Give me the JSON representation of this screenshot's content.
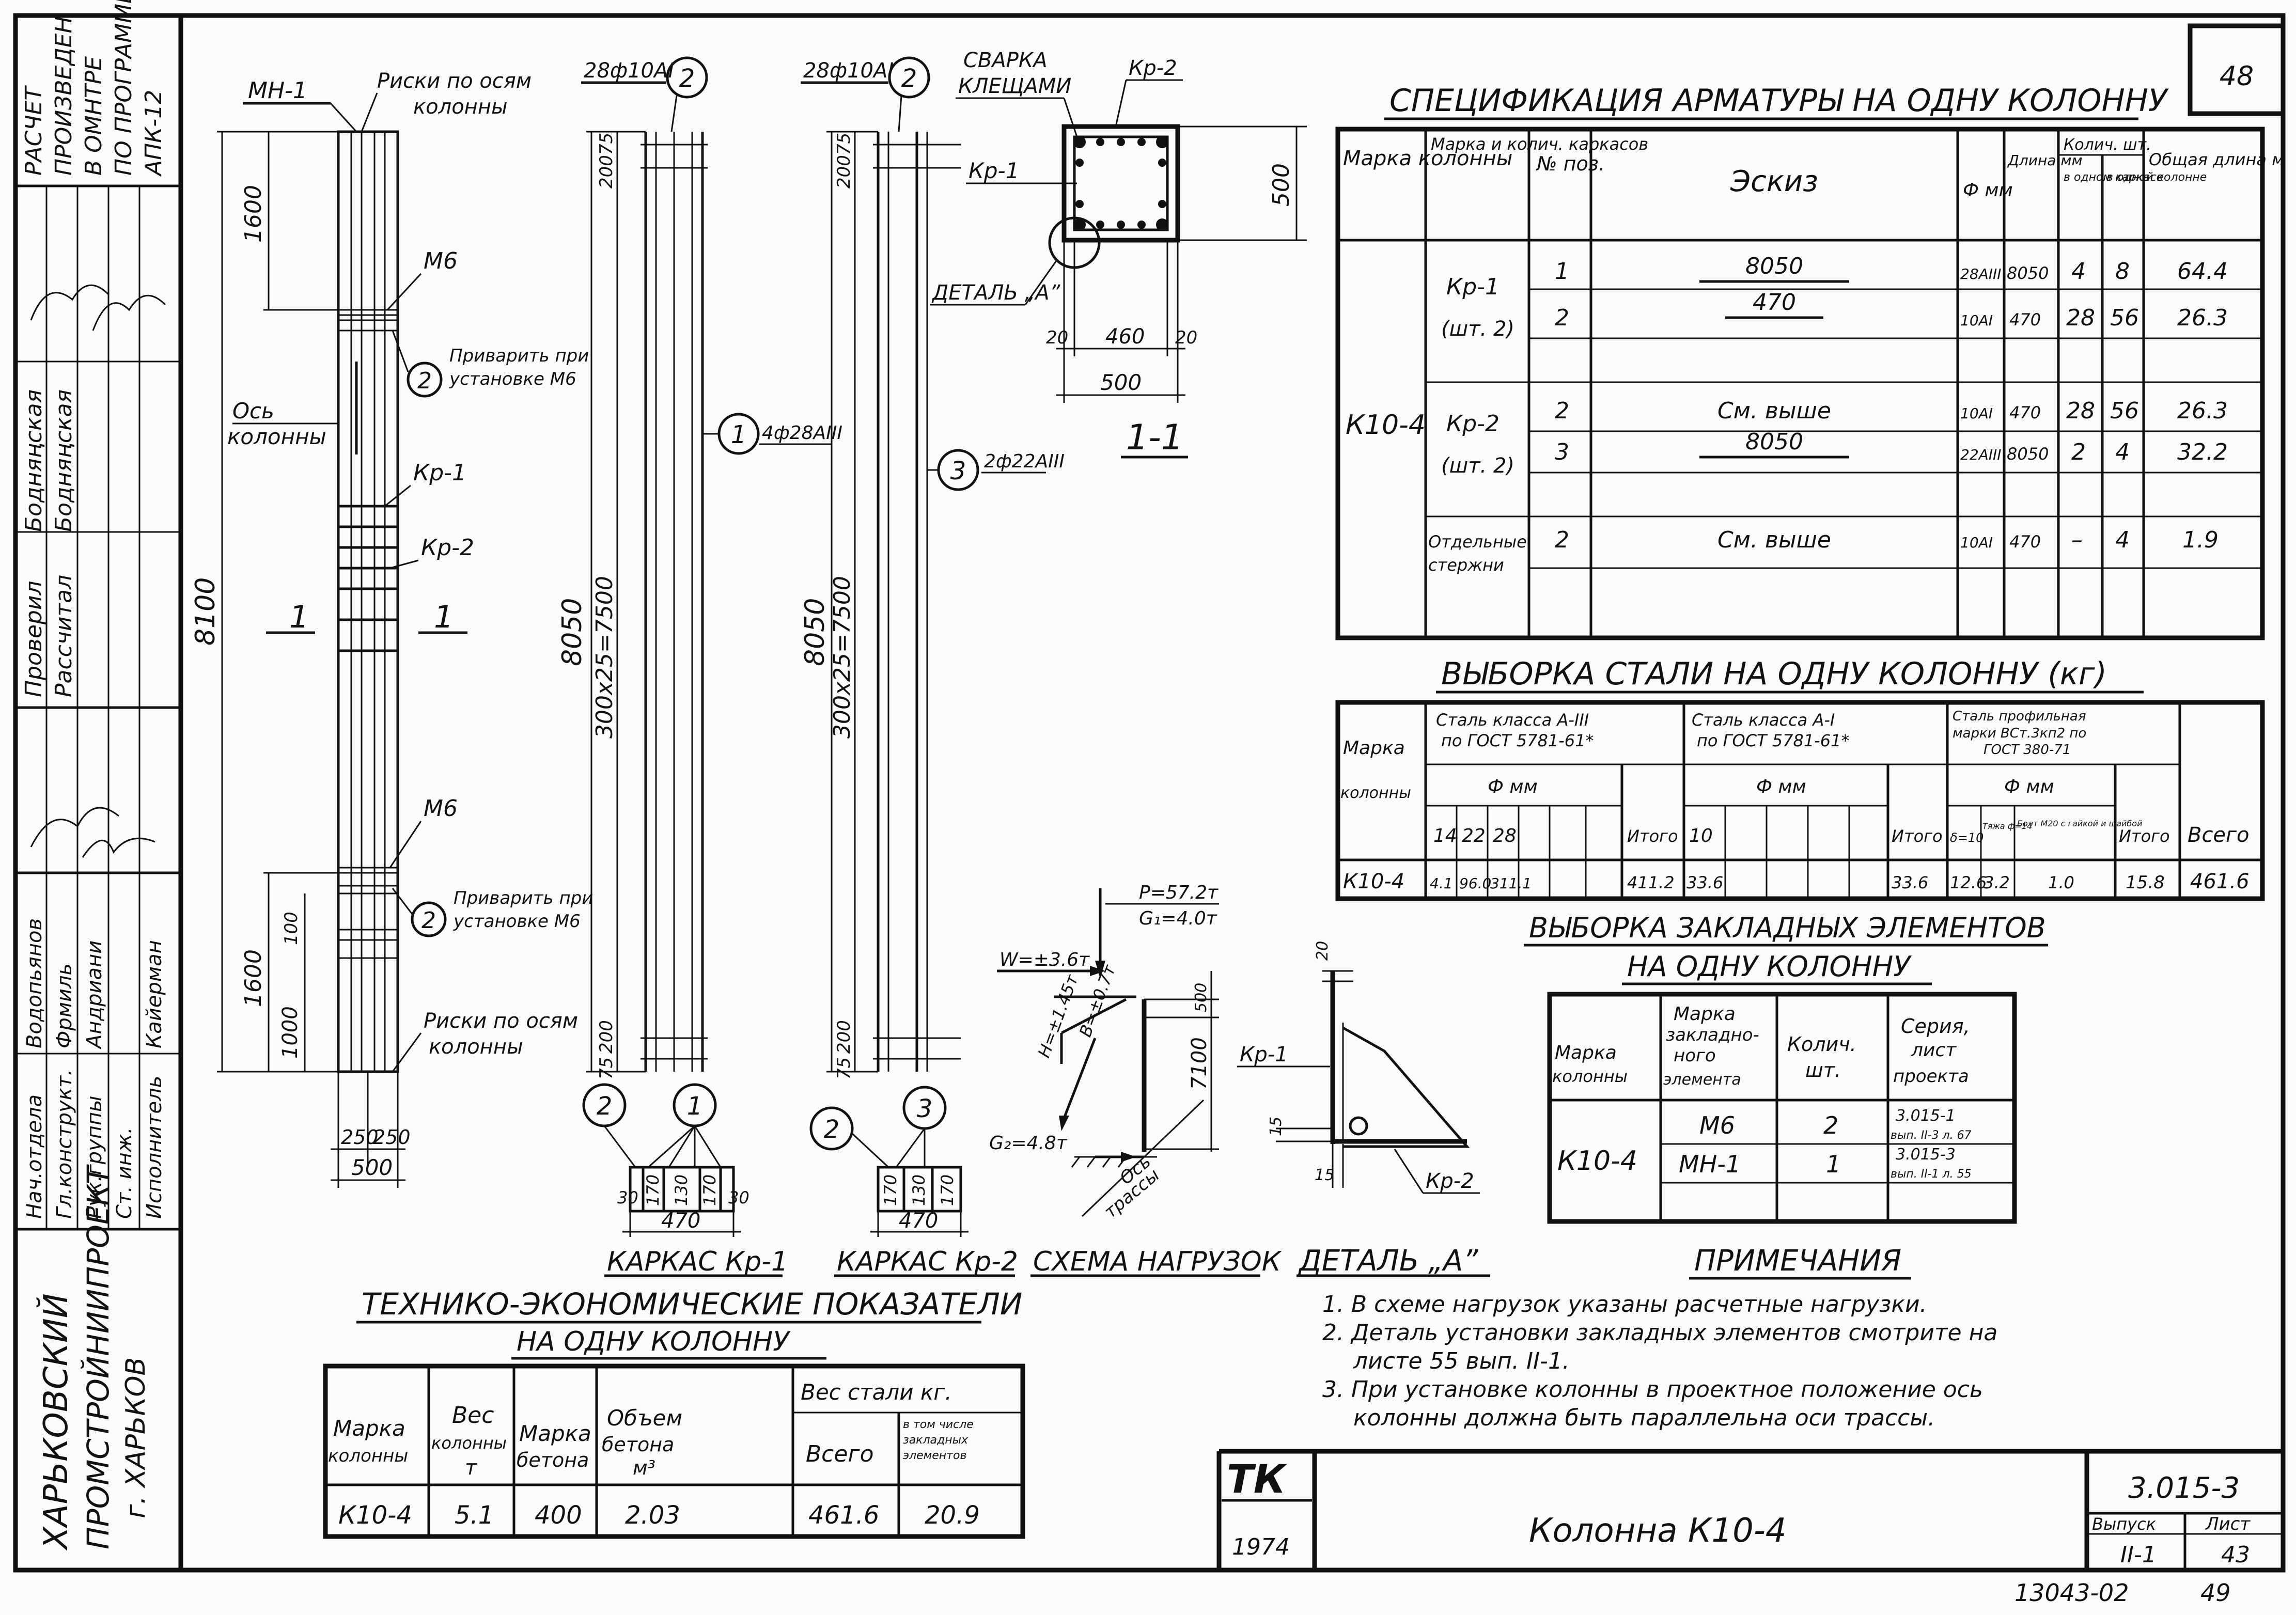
{
  "sheet": {
    "number_corner": "48",
    "bottom_code": "13043-02",
    "bottom_page": "49"
  },
  "left_strip": {
    "calc_note": [
      "РАСЧЕТ",
      "ПРОИЗВЕДЕН",
      "В ОМНТРЕ",
      "ПО ПРОГРАММЕ",
      "АПК-12"
    ],
    "roles_a": [
      "Проверил",
      "Рассчитал"
    ],
    "names_a": [
      "Бодняңская",
      "Бодняңская"
    ],
    "roles_b": [
      "Нач.отдела",
      "Гл.конструкт.",
      "Рук.группы",
      "Ст. инж.",
      "Исполнитель"
    ],
    "names_b": [
      "Водопьянов",
      "Фрмиль",
      "Андриани",
      "Кайерман"
    ],
    "org": [
      "ХАРЬКОВСКИЙ",
      "ПРОМСТРОЙНИИПРОЕКТ",
      "г. ХАРЬКОВ"
    ]
  },
  "elevation": {
    "mh1": "МН-1",
    "risks_top": "Риски по осям колонны",
    "m6_top": "М6",
    "weld_top": "Приварить при установке М6",
    "axis": "Ось колонны",
    "kp1": "Кр-1",
    "kp2": "Кр-2",
    "section": "1",
    "m6_bot": "М6",
    "weld_bot": "Приварить при установке М6",
    "risks_bot": "Риски по осям колонны",
    "dim_total": "8100",
    "dim_1600_top": "1600",
    "dim_1600_bot": "1600",
    "dim_1000": "1000",
    "dim_100": "100",
    "dim_250a": "250",
    "dim_250b": "250",
    "dim_500": "500",
    "bubble": "2"
  },
  "cage1": {
    "bar_label": "28ф10АI",
    "bubble_top": "2",
    "bubble_mid": "1",
    "mid_label": "4ф28АIII",
    "dim_75t": "75",
    "dim_200t": "200",
    "dim_8050": "8050",
    "dim_pitch": "300x25=7500",
    "dim_200b": "200",
    "dim_75b": "75",
    "b1": "2",
    "b2": "1",
    "dims": [
      "30",
      "170",
      "130",
      "170",
      "30"
    ],
    "dim_470": "470",
    "caption": "КАРКАС Кр-1"
  },
  "cage2": {
    "bar_label": "28ф10АI",
    "bubble_top": "2",
    "bubble_mid": "3",
    "mid_label": "2ф22АIII",
    "dim_75t": "75",
    "dim_200t": "200",
    "dim_8050": "8050",
    "dim_pitch": "300x25=7500",
    "dim_200b": "200",
    "dim_75b": "75",
    "b1": "2",
    "b2": "3",
    "dims": [
      "170",
      "130",
      "170"
    ],
    "dim_470": "470",
    "caption": "КАРКАС Кр-2"
  },
  "section11": {
    "weld": "СВАРКА КЛЕЩАМИ",
    "kp2": "Кр-2",
    "kp1": "Кр-1",
    "detail": "ДЕТАЛЬ „А”",
    "dim_500v": "500",
    "dim_20a": "20",
    "dim_460": "460",
    "dim_20b": "20",
    "dim_500h": "500",
    "caption": "1-1"
  },
  "loads": {
    "p": "P=57.2т",
    "g1": "G₁=4.0т",
    "w": "W=±3.6т",
    "h": "H=±1.45т",
    "b": "B=±0.7т",
    "g2": "G₂=4.8т",
    "axis": "Ось трассы",
    "dim_500": "500",
    "dim_7100": "7100",
    "caption": "СХЕМА НАГРУЗОК"
  },
  "detailA": {
    "kp1": "Кр-1",
    "kp2": "Кр-2",
    "d20": "20",
    "d15a": "15",
    "d15b": "15",
    "caption": "ДЕТАЛЬ „А”"
  },
  "spec": {
    "title": "СПЕЦИФИКАЦИЯ АРМАТУРЫ НА ОДНУ КОЛОННУ",
    "headers": {
      "col_mark": "Марка колонны",
      "cage_mark": "Марка и колич. каркасов",
      "pos": "№ поз.",
      "sketch": "Эскиз",
      "dia": "Ф мм",
      "length": "Длина мм",
      "qty": "Колич. шт.",
      "qty_cage": "в одном каркасе",
      "qty_col": "в одной колонне",
      "total": "Общая длина м"
    },
    "column": "К10-4",
    "groups": [
      {
        "cage": [
          "Кр-1",
          "(шт. 2)"
        ],
        "rows": [
          {
            "pos": "1",
            "sketch": "8050",
            "dia": "28АIII",
            "len": "8050",
            "qc": "4",
            "qk": "8",
            "tot": "64.4"
          },
          {
            "pos": "2",
            "sketch": "470",
            "dia": "10АI",
            "len": "470",
            "qc": "28",
            "qk": "56",
            "tot": "26.3"
          }
        ]
      },
      {
        "cage": [
          "Кр-2",
          "(шт. 2)"
        ],
        "rows": [
          {
            "pos": "2",
            "sketch": "См. выше",
            "dia": "10АI",
            "len": "470",
            "qc": "28",
            "qk": "56",
            "tot": "26.3"
          },
          {
            "pos": "3",
            "sketch": "8050",
            "dia": "22АIII",
            "len": "8050",
            "qc": "2",
            "qk": "4",
            "tot": "32.2"
          }
        ]
      },
      {
        "cage": [
          "Отдельные",
          "стержни"
        ],
        "rows": [
          {
            "pos": "2",
            "sketch": "См. выше",
            "dia": "10АI",
            "len": "470",
            "qc": "–",
            "qk": "4",
            "tot": "1.9"
          }
        ]
      }
    ]
  },
  "steel": {
    "title": "ВЫБОРКА СТАЛИ НА ОДНУ КОЛОННУ (кг)",
    "col_mark": "Марка колонны",
    "g1": "Сталь класса А-III по ГОСТ 5781-61*",
    "g2": "Сталь класса А-I по ГОСТ 5781-61*",
    "g3": "Сталь профильная марки ВСт.3кп2 по ГОСТ 380-71",
    "fmm": "Ф мм",
    "itogo": "Итого",
    "vsego": "Всего",
    "sub1": [
      "14",
      "22",
      "28",
      "",
      ""
    ],
    "sub2": [
      "10",
      "",
      "",
      "",
      ""
    ],
    "sub3": [
      "δ=10",
      "Тяжа ф=14",
      "Болт М20 с гайкой и шайбой"
    ],
    "row": {
      "mark": "К10-4",
      "v1": [
        "4.1",
        "96.0",
        "311.1",
        "",
        ""
      ],
      "it1": "411.2",
      "v2": [
        "33.6",
        "",
        "",
        "",
        ""
      ],
      "it2": "33.6",
      "v3": [
        "12.6",
        "3.2",
        "1.0"
      ],
      "it3": "15.8",
      "total": "461.6"
    }
  },
  "embedded": {
    "title1": "ВЫБОРКА ЗАКЛАДНЫХ ЭЛЕМЕНТОВ",
    "title2": "НА ОДНУ КОЛОННУ",
    "headers": [
      "Марка колонны",
      "Марка закладного элемента",
      "Колич. шт.",
      "Серия, лист проекта"
    ],
    "mark": "К10-4",
    "rows": [
      {
        "el": "М6",
        "qty": "2",
        "series": [
          "3.015-1",
          "вып. II-3 л. 67"
        ]
      },
      {
        "el": "МН-1",
        "qty": "1",
        "series": [
          "3.015-3",
          "вып. II-1 л. 55"
        ]
      }
    ]
  },
  "tep": {
    "title1": "ТЕХНИКО-ЭКОНОМИЧЕСКИЕ ПОКАЗАТЕЛИ",
    "title2": "НА ОДНУ КОЛОННУ",
    "headers": [
      "Марка колонны",
      "Вес колонны т",
      "Марка бетона",
      "Объем бетона м³",
      "Вес стали кг.",
      "Всего",
      "в том числе закладных элементов"
    ],
    "row": [
      "К10-4",
      "5.1",
      "400",
      "2.03",
      "461.6",
      "20.9"
    ]
  },
  "notes": {
    "title": "ПРИМЕЧАНИЯ",
    "lines": [
      "1. В схеме нагрузок указаны расчетные нагрузки.",
      "2. Деталь установки закладных элементов смотрите на",
      "листе 55 вып. II-1.",
      "3. При установке колонны в проектное положение ось",
      "колонны должна быть параллельна оси трассы."
    ]
  },
  "stamp": {
    "logo": "ТК",
    "year": "1974",
    "title": "Колонна К10-4",
    "series": "3.015-3",
    "vyp_label": "Выпуск",
    "vyp": "II-1",
    "list_label": "Лист",
    "list": "43"
  }
}
